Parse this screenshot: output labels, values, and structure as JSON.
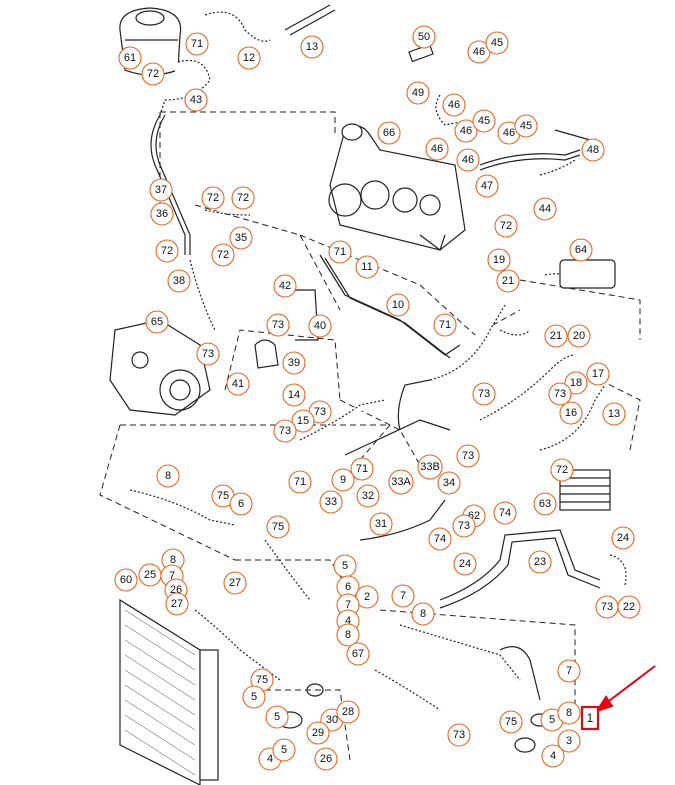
{
  "diagram": {
    "accent_color": "#e9651c",
    "highlight_color": "#e30613",
    "callouts": [
      {
        "id": "c61",
        "label": "61"
      },
      {
        "id": "c71a",
        "label": "71"
      },
      {
        "id": "c12",
        "label": "12"
      },
      {
        "id": "c13a",
        "label": "13"
      },
      {
        "id": "c72a",
        "label": "72"
      },
      {
        "id": "c43",
        "label": "43"
      },
      {
        "id": "c50",
        "label": "50"
      },
      {
        "id": "c46a",
        "label": "46"
      },
      {
        "id": "c45a",
        "label": "45"
      },
      {
        "id": "c49",
        "label": "49"
      },
      {
        "id": "c46b",
        "label": "46"
      },
      {
        "id": "c46c",
        "label": "46"
      },
      {
        "id": "c45b",
        "label": "45"
      },
      {
        "id": "c66",
        "label": "66"
      },
      {
        "id": "c46d",
        "label": "46"
      },
      {
        "id": "c46e",
        "label": "46"
      },
      {
        "id": "c45c",
        "label": "45"
      },
      {
        "id": "c48",
        "label": "48"
      },
      {
        "id": "c46f",
        "label": "46"
      },
      {
        "id": "c37",
        "label": "37"
      },
      {
        "id": "c72b",
        "label": "72"
      },
      {
        "id": "c72c",
        "label": "72"
      },
      {
        "id": "c47",
        "label": "47"
      },
      {
        "id": "c36",
        "label": "36"
      },
      {
        "id": "c35",
        "label": "35"
      },
      {
        "id": "c44",
        "label": "44"
      },
      {
        "id": "c72d",
        "label": "72"
      },
      {
        "id": "c72e",
        "label": "72"
      },
      {
        "id": "c72f",
        "label": "72"
      },
      {
        "id": "c71b",
        "label": "71"
      },
      {
        "id": "c64",
        "label": "64"
      },
      {
        "id": "c19",
        "label": "19"
      },
      {
        "id": "c38",
        "label": "38"
      },
      {
        "id": "c11",
        "label": "11"
      },
      {
        "id": "c21a",
        "label": "21"
      },
      {
        "id": "c42",
        "label": "42"
      },
      {
        "id": "c10",
        "label": "10"
      },
      {
        "id": "c65",
        "label": "65"
      },
      {
        "id": "c73a",
        "label": "73"
      },
      {
        "id": "c40",
        "label": "40"
      },
      {
        "id": "c71c",
        "label": "71"
      },
      {
        "id": "c21b",
        "label": "21"
      },
      {
        "id": "c20",
        "label": "20"
      },
      {
        "id": "c73b",
        "label": "73"
      },
      {
        "id": "c39",
        "label": "39"
      },
      {
        "id": "c41",
        "label": "41"
      },
      {
        "id": "c18",
        "label": "18"
      },
      {
        "id": "c17",
        "label": "17"
      },
      {
        "id": "c73c",
        "label": "73"
      },
      {
        "id": "c14",
        "label": "14"
      },
      {
        "id": "c73d",
        "label": "73"
      },
      {
        "id": "c15",
        "label": "15"
      },
      {
        "id": "c73e",
        "label": "73"
      },
      {
        "id": "c16",
        "label": "16"
      },
      {
        "id": "c13b",
        "label": "13"
      },
      {
        "id": "c73f",
        "label": "73"
      },
      {
        "id": "c73g",
        "label": "73"
      },
      {
        "id": "c9",
        "label": "9"
      },
      {
        "id": "c71d",
        "label": "71"
      },
      {
        "id": "c8a",
        "label": "8"
      },
      {
        "id": "c71e",
        "label": "71"
      },
      {
        "id": "c33b",
        "label": "33B"
      },
      {
        "id": "c72g",
        "label": "72"
      },
      {
        "id": "c33a",
        "label": "33A"
      },
      {
        "id": "c34",
        "label": "34"
      },
      {
        "id": "c32",
        "label": "32"
      },
      {
        "id": "c75a",
        "label": "75"
      },
      {
        "id": "c6a",
        "label": "6"
      },
      {
        "id": "c33",
        "label": "33"
      },
      {
        "id": "c63",
        "label": "63"
      },
      {
        "id": "c62",
        "label": "62"
      },
      {
        "id": "c74a",
        "label": "74"
      },
      {
        "id": "c31",
        "label": "31"
      },
      {
        "id": "c73h",
        "label": "73"
      },
      {
        "id": "c74b",
        "label": "74"
      },
      {
        "id": "c75b",
        "label": "75"
      },
      {
        "id": "c24",
        "label": "24"
      },
      {
        "id": "c5a",
        "label": "5"
      },
      {
        "id": "c8b",
        "label": "8"
      },
      {
        "id": "c23",
        "label": "23"
      },
      {
        "id": "c25",
        "label": "25"
      },
      {
        "id": "c7a",
        "label": "7"
      },
      {
        "id": "c26a",
        "label": "26"
      },
      {
        "id": "c27a",
        "label": "27"
      },
      {
        "id": "c60",
        "label": "60"
      },
      {
        "id": "c27b",
        "label": "27"
      },
      {
        "id": "c24b",
        "label": "24"
      },
      {
        "id": "c6b",
        "label": "6"
      },
      {
        "id": "c2",
        "label": "2"
      },
      {
        "id": "c7b",
        "label": "7"
      },
      {
        "id": "c7c",
        "label": "7"
      },
      {
        "id": "c4a",
        "label": "4"
      },
      {
        "id": "c8c",
        "label": "8"
      },
      {
        "id": "c8d",
        "label": "8"
      },
      {
        "id": "c73i",
        "label": "73"
      },
      {
        "id": "c22",
        "label": "22"
      },
      {
        "id": "c67",
        "label": "67"
      },
      {
        "id": "c7d",
        "label": "7"
      },
      {
        "id": "c75c",
        "label": "75"
      },
      {
        "id": "c5b",
        "label": "5"
      },
      {
        "id": "c5c",
        "label": "5"
      },
      {
        "id": "c30",
        "label": "30"
      },
      {
        "id": "c28",
        "label": "28"
      },
      {
        "id": "c29",
        "label": "29"
      },
      {
        "id": "c73j",
        "label": "73"
      },
      {
        "id": "c75d",
        "label": "75"
      },
      {
        "id": "c5d",
        "label": "5"
      },
      {
        "id": "c8e",
        "label": "8"
      },
      {
        "id": "c3",
        "label": "3"
      },
      {
        "id": "c4b",
        "label": "4"
      },
      {
        "id": "c5e",
        "label": "5"
      },
      {
        "id": "c26b",
        "label": "26"
      },
      {
        "id": "c4c",
        "label": "4"
      }
    ],
    "highlight": {
      "label": "1"
    }
  }
}
